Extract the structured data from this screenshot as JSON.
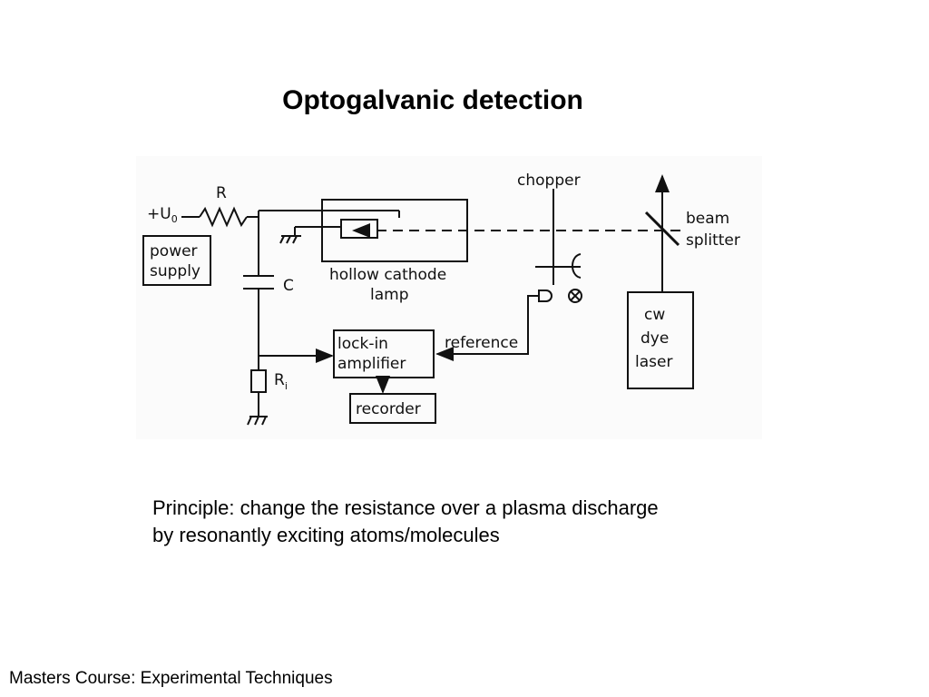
{
  "slide": {
    "title": "Optogalvanic detection",
    "principle_line1": "Principle: change the resistance over a plasma discharge",
    "principle_line2": "by resonantly exciting atoms/molecules",
    "footer": "Masters Course: Experimental Techniques"
  },
  "diagram": {
    "labels": {
      "voltage_main": "+U",
      "voltage_sub": "0",
      "resistor": "R",
      "power_supply_line1": "power",
      "power_supply_line2": "supply",
      "capacitor": "C",
      "resistor_i_main": "R",
      "resistor_i_sub": "i",
      "lamp_line1": "hollow cathode",
      "lamp_line2": "lamp",
      "chopper": "chopper",
      "beam_splitter_line1": "beam",
      "beam_splitter_line2": "splitter",
      "lockin_line1": "lock-in",
      "lockin_line2": "amplifier",
      "reference": "reference",
      "recorder": "recorder",
      "laser_line1": "cw",
      "laser_line2": "dye",
      "laser_line3": "laser"
    }
  }
}
